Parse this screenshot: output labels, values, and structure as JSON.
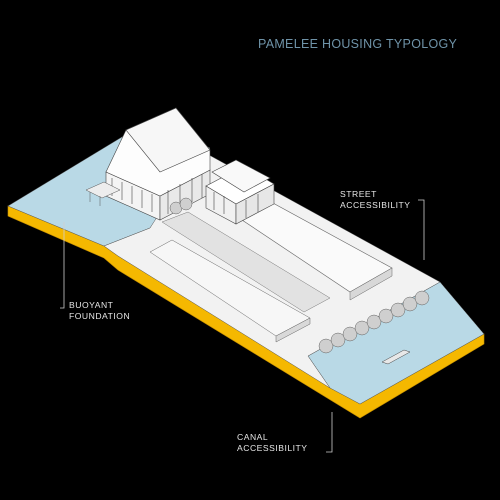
{
  "title": "PAMELEE HOUSING TYPOLOGY",
  "labels": {
    "street": [
      "STREET",
      "ACCESSIBILITY"
    ],
    "buoyant": [
      "BUOYANT",
      "FOUNDATION"
    ],
    "canal": [
      "CANAL",
      "ACCESSIBILITY"
    ]
  },
  "colors": {
    "background": "#000000",
    "title": "#6f93a8",
    "water": "#b9d9e6",
    "ground": "#f2f2f2",
    "edge": "#f5b800",
    "label": "#e6e6e6"
  }
}
